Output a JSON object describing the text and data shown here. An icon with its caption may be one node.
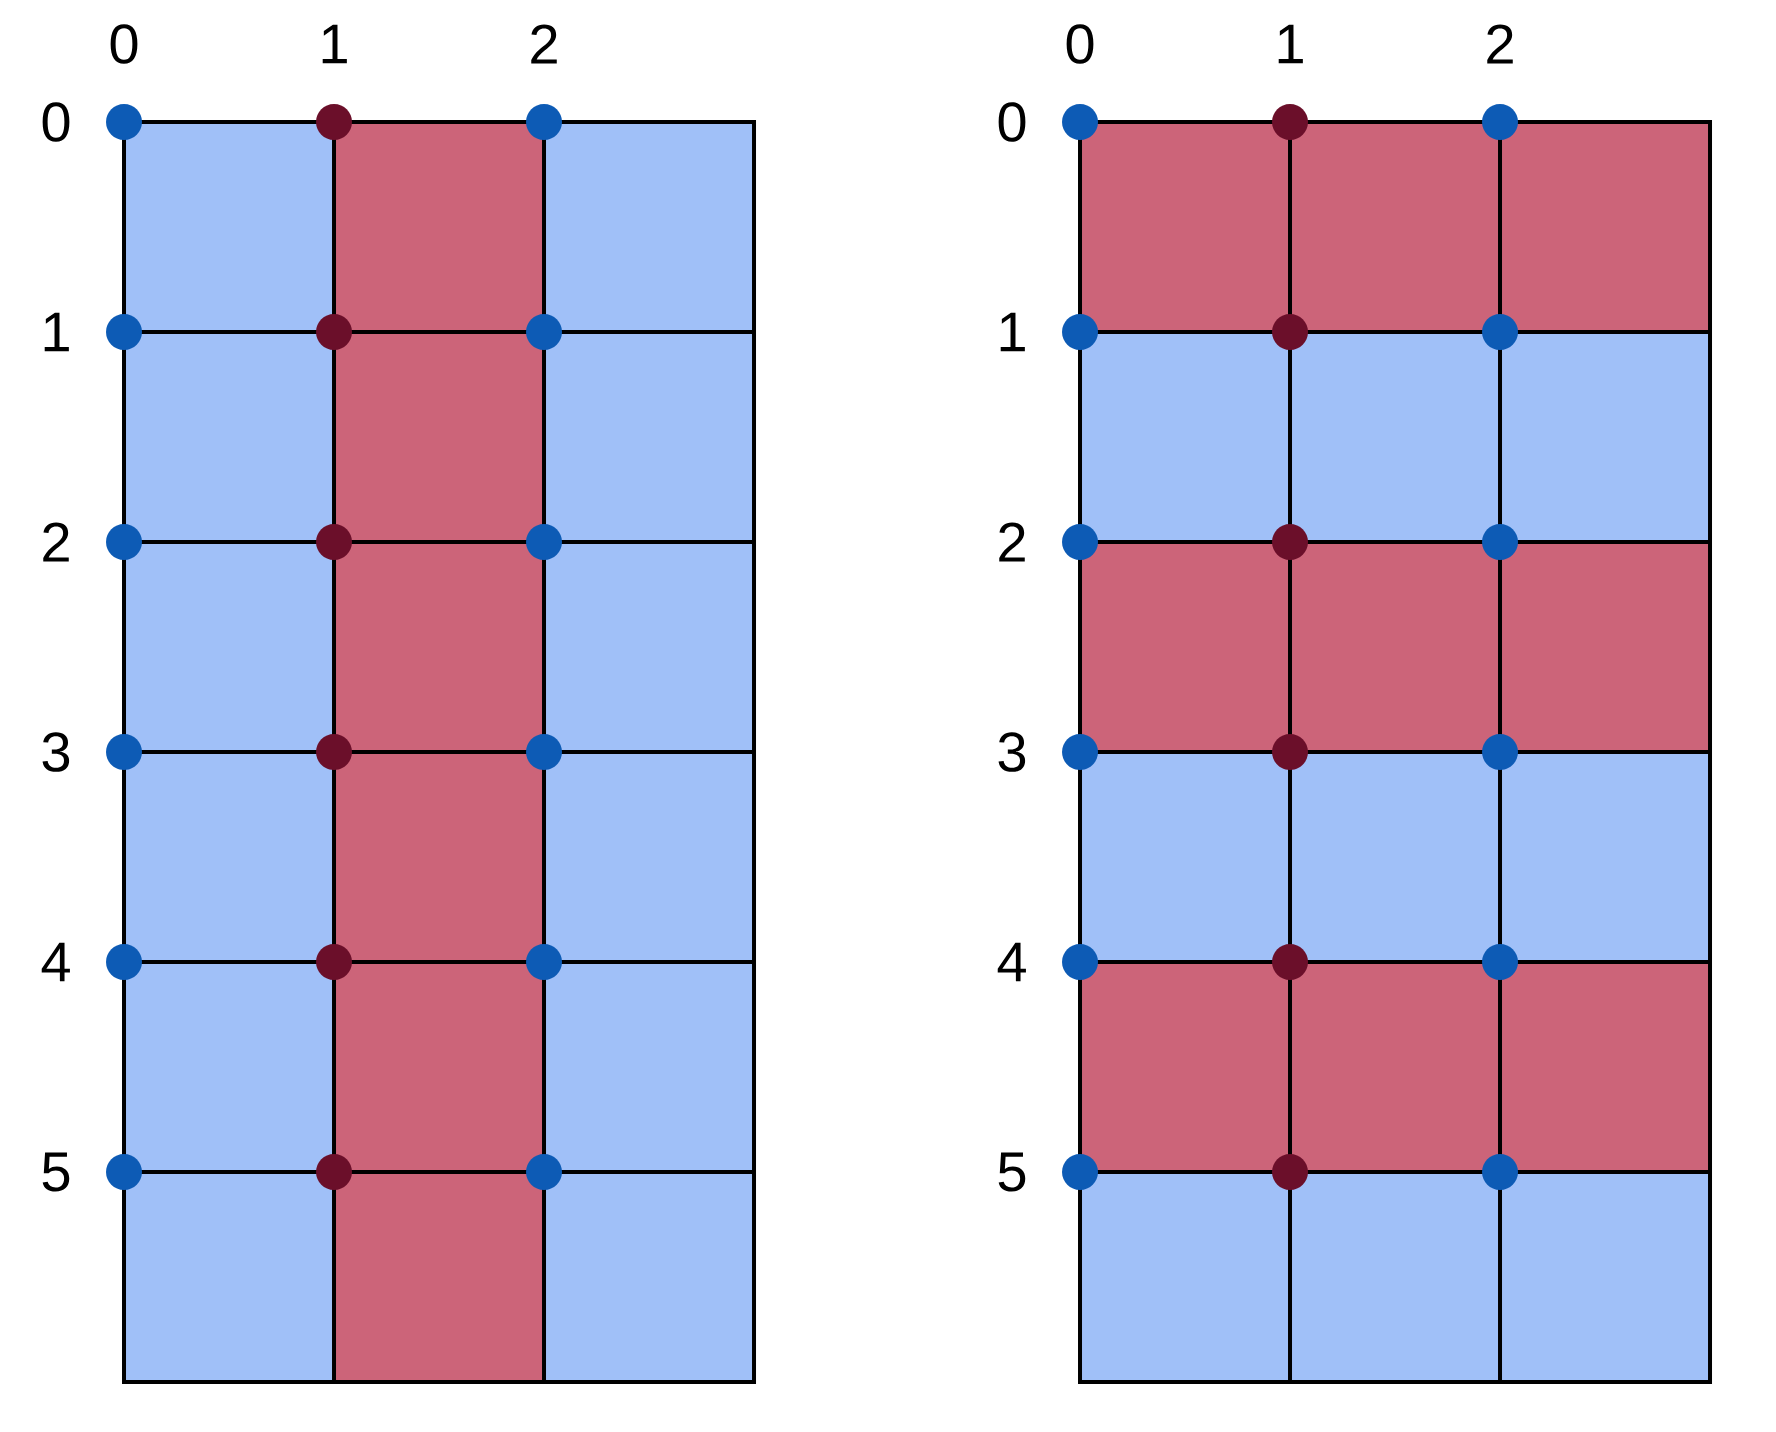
{
  "diagram": {
    "labels": [
      "0",
      "1",
      "2",
      "0",
      "1",
      "2",
      "0",
      "0",
      "1",
      "1",
      "2",
      "2",
      "3",
      "3",
      "4",
      "4",
      "5",
      "5"
    ]
  }
}
